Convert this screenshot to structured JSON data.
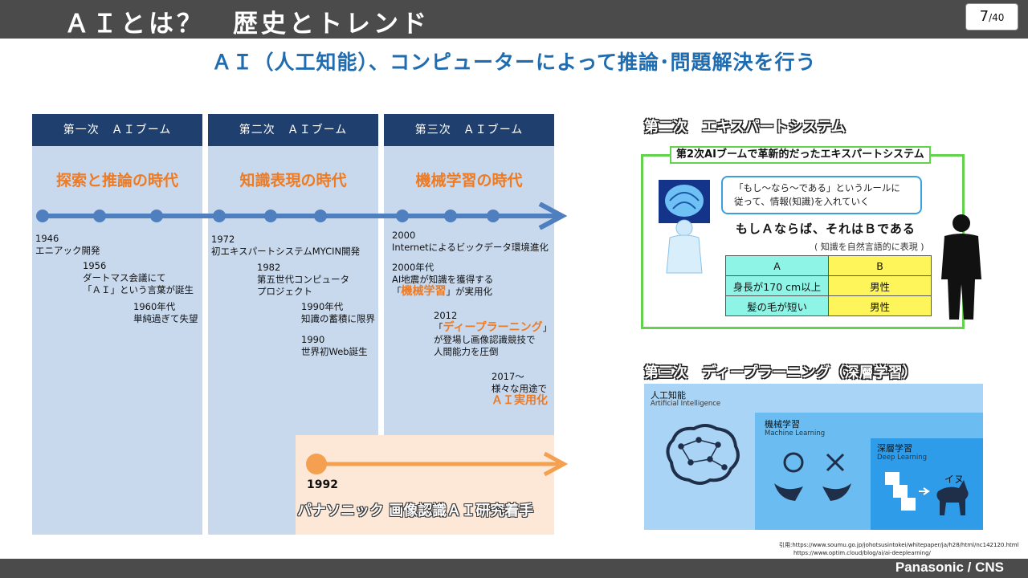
{
  "header": {
    "title": "ＡＩとは？　歴史とトレンド",
    "page_current": "7",
    "page_total": "/40"
  },
  "subtitle": "ＡＩ（人工知能）、コンピューターによって推論･問題解決を行う",
  "timeline": {
    "eras": [
      {
        "label": "第一次　ＡＩブーム",
        "theme": "探索と推論の時代"
      },
      {
        "label": "第二次　ＡＩブーム",
        "theme": "知識表現の時代"
      },
      {
        "label": "第三次　ＡＩブーム",
        "theme": "機械学習の時代"
      }
    ],
    "events": {
      "e1946": {
        "year": "1946",
        "text": "エニアック開発"
      },
      "e1956": {
        "year": "1956",
        "line1": "ダートマス会議にて",
        "line2": "「ＡＩ」という言葉が誕生"
      },
      "e1960": {
        "year": "1960年代",
        "text": "単純過ぎて失望"
      },
      "e1972": {
        "year": "1972",
        "text": "初エキスパートシステムMYCIN開発"
      },
      "e1982": {
        "year": "1982",
        "line1": "第五世代コンピュータ",
        "line2": "プロジェクト"
      },
      "e1990a": {
        "year": "1990年代",
        "text": "知識の蓄積に限界"
      },
      "e1990b": {
        "year": "1990",
        "text": "世界初Web誕生"
      },
      "e2000": {
        "year": "2000",
        "text": "Internetによるビックデータ環境進化"
      },
      "e2000s": {
        "year": "2000年代",
        "line1": "AI地震が知識を獲得する",
        "hl": "機械学習",
        "line2": "」が実用化"
      },
      "e2012": {
        "year": "2012",
        "hl": "ディープラーニング",
        "line1": "が登場し画像認識競技で",
        "line2": "人間能力を圧倒"
      },
      "e2017": {
        "year": "2017～",
        "line1": "様々な用途で",
        "hl": "ＡＩ実用化"
      }
    },
    "panasonic": {
      "year": "1992",
      "text": "パナソニック 画像認識ＡＩ研究着手"
    }
  },
  "expert_system": {
    "heading": "第二次　エキスパートシステム",
    "box_label": "第2次AIブームで革新的だったエキスパートシステム",
    "bubble_line1": "「もし～なら～である」というルールに",
    "bubble_line2": "従って、情報(知識)を入れていく",
    "rule": "もしＡならば、それはＢである",
    "rule_note": "( 知識を自然言語的に表現 )",
    "table": {
      "header": [
        "A",
        "B"
      ],
      "rows": [
        [
          "身長が170 cm以上",
          "男性"
        ],
        [
          "髪の毛が短い",
          "男性"
        ]
      ]
    }
  },
  "deep_learning": {
    "heading": "第三次　ディープラーニング（深層学習）",
    "ai_jp": "人工知能",
    "ai_en": "Artificial Intelligence",
    "ml_jp": "機械学習",
    "ml_en": "Machine Learning",
    "dl_jp": "深層学習",
    "dl_en": "Deep Learning",
    "dog_label": "イヌ"
  },
  "citation": {
    "line1": "引用:https://www.soumu.go.jp/johotsusintokei/whitepaper/ja/h28/html/nc142120.html",
    "line2": "https://www.optim.cloud/blog/ai/ai-deeplearning/"
  },
  "footer": "Panasonic / CNS",
  "colors": {
    "navy": "#1f3f6e",
    "orange": "#ee7a22",
    "blue": "#4f7fbe",
    "green": "#63d24c"
  }
}
